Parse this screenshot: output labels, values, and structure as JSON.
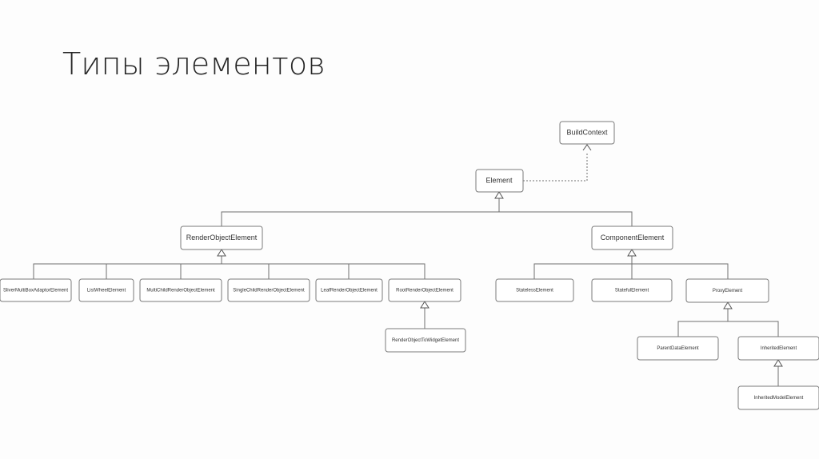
{
  "slide": {
    "title": "Типы элементов"
  },
  "diagram": {
    "nodes": {
      "build_context": "BuildContext",
      "element": "Element",
      "render_object_element": "RenderObjectElement",
      "component_element": "ComponentElement",
      "sliver_multi_box_adaptor_element": "SliverMultiBoxAdaptorElement",
      "list_wheel_element": "ListWheelElement",
      "multi_child_render_object_element": "MultiChildRenderObjectElement",
      "single_child_render_object_element": "SingleChildRenderObjectElement",
      "leaf_render_object_element": "LeafRenderObjectElement",
      "root_render_object_element": "RootRenderObjectElement",
      "render_object_to_widget_element": "RenderObjectToWidgetElement",
      "stateless_element": "StatelessElement",
      "stateful_element": "StatefulElement",
      "proxy_element": "ProxyElement",
      "parent_data_element": "ParentDataElement",
      "inherited_element": "InheritedElement",
      "inherited_model_element": "InheritedModelElement"
    }
  }
}
